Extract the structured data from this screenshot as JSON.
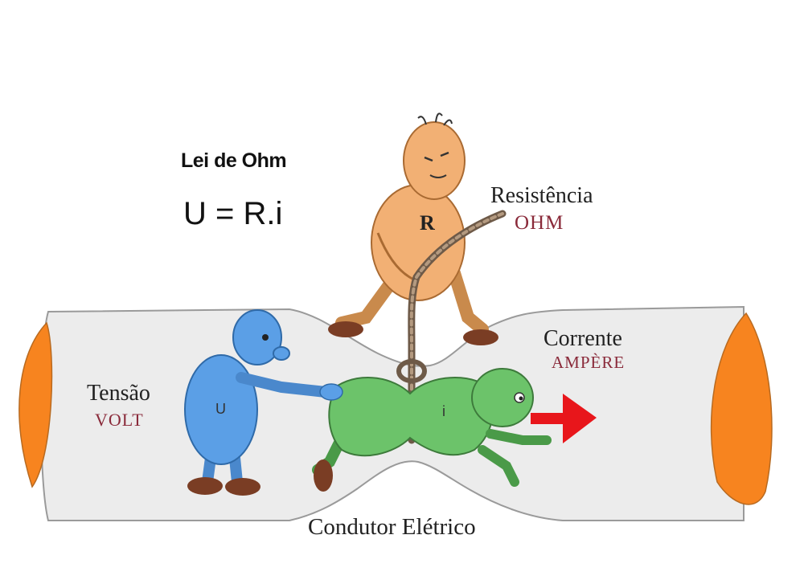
{
  "title": "Lei de Ohm",
  "formula": "U = R.i",
  "resistance": {
    "name": "Resistência",
    "unit": "OHM",
    "letter": "R"
  },
  "voltage": {
    "name": "Tensão",
    "unit": "VOLT",
    "letter": "U"
  },
  "current": {
    "name": "Corrente",
    "unit": "AMPÈRE",
    "letter": "i"
  },
  "conductor_label": "Condutor Elétrico",
  "colors": {
    "tube_fill": "#ececec",
    "tube_ends": "#f7841f",
    "resistance_char": "#f2b074",
    "voltage_char": "#5b9fe6",
    "current_char": "#6cc36a",
    "arrow": "#e8161b",
    "unit_text": "#8a2a3a"
  }
}
